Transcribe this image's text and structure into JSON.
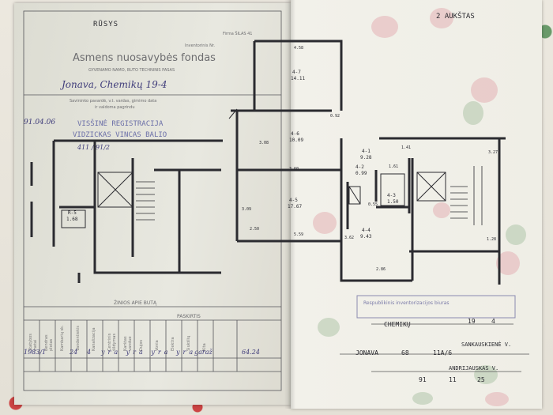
{
  "left_sheet": {
    "header_title": "RŪSYS",
    "form_title": "Asmens nuosavybės fondas",
    "subtitle": "GYVENAMO NAMO, BUTO TECHNINIS PASAS",
    "field_labels": {
      "firm": "Firma ŠILAS 41",
      "inventory": "Inventorinis Nr.",
      "owner_line": "Savininko pavardė, v.t. vardas, gimimo data",
      "in_use": "ir valdoma pagrindu"
    },
    "handwritten": {
      "city_street": "Jonava, Chemikų 19-4",
      "date": "91.04.06",
      "number": "411 / 91/2"
    },
    "stamp": {
      "line1": "VISŠINĖ REGISTRACIJA",
      "line2": "VIDZICKAS VINCAS BALIO"
    },
    "room_label": "R-5",
    "room_area": "1.68",
    "table_title": "ŽINIOS APIE BUTĄ",
    "table_header": "PASKIRTIS",
    "table_row": {
      "col1": "1983/1",
      "col2": "24",
      "col3": "4",
      "marks": "yra yra yra yra",
      "col_last": "garaž",
      "total": "64.24"
    }
  },
  "right_sheet": {
    "header_title": "2 AUKŠTAS",
    "rooms": [
      {
        "id": "4-7",
        "area": "14.11"
      },
      {
        "id": "4-6",
        "area": "10.09"
      },
      {
        "id": "4-5",
        "area": "17.67"
      },
      {
        "id": "4-1",
        "area": "9.28"
      },
      {
        "id": "4-2",
        "area": "0.99"
      },
      {
        "id": "4-3",
        "area": "1.50"
      },
      {
        "id": "4-4",
        "area": "9.43"
      }
    ],
    "dimensions": [
      "4.58",
      "3.08",
      "3.60",
      "3.09",
      "2.50",
      "5.59",
      "0.92",
      "1.41",
      "1.61",
      "0.55",
      "2.86",
      "3.62",
      "3.27",
      "1.28"
    ],
    "stamp_text": "Respublikinis inventorizacijos biuras",
    "address": {
      "street": "CHEMIKŲ",
      "house": "19",
      "apartment": "4",
      "city": "JONAVA",
      "code": "68",
      "block": "11A/6",
      "surveyor1": "SANKAUSKIENĖ V.",
      "surveyor2": "ANDRIJAUSKAS V.",
      "date_year": "91",
      "date_month": "11",
      "date_day": "25"
    }
  }
}
